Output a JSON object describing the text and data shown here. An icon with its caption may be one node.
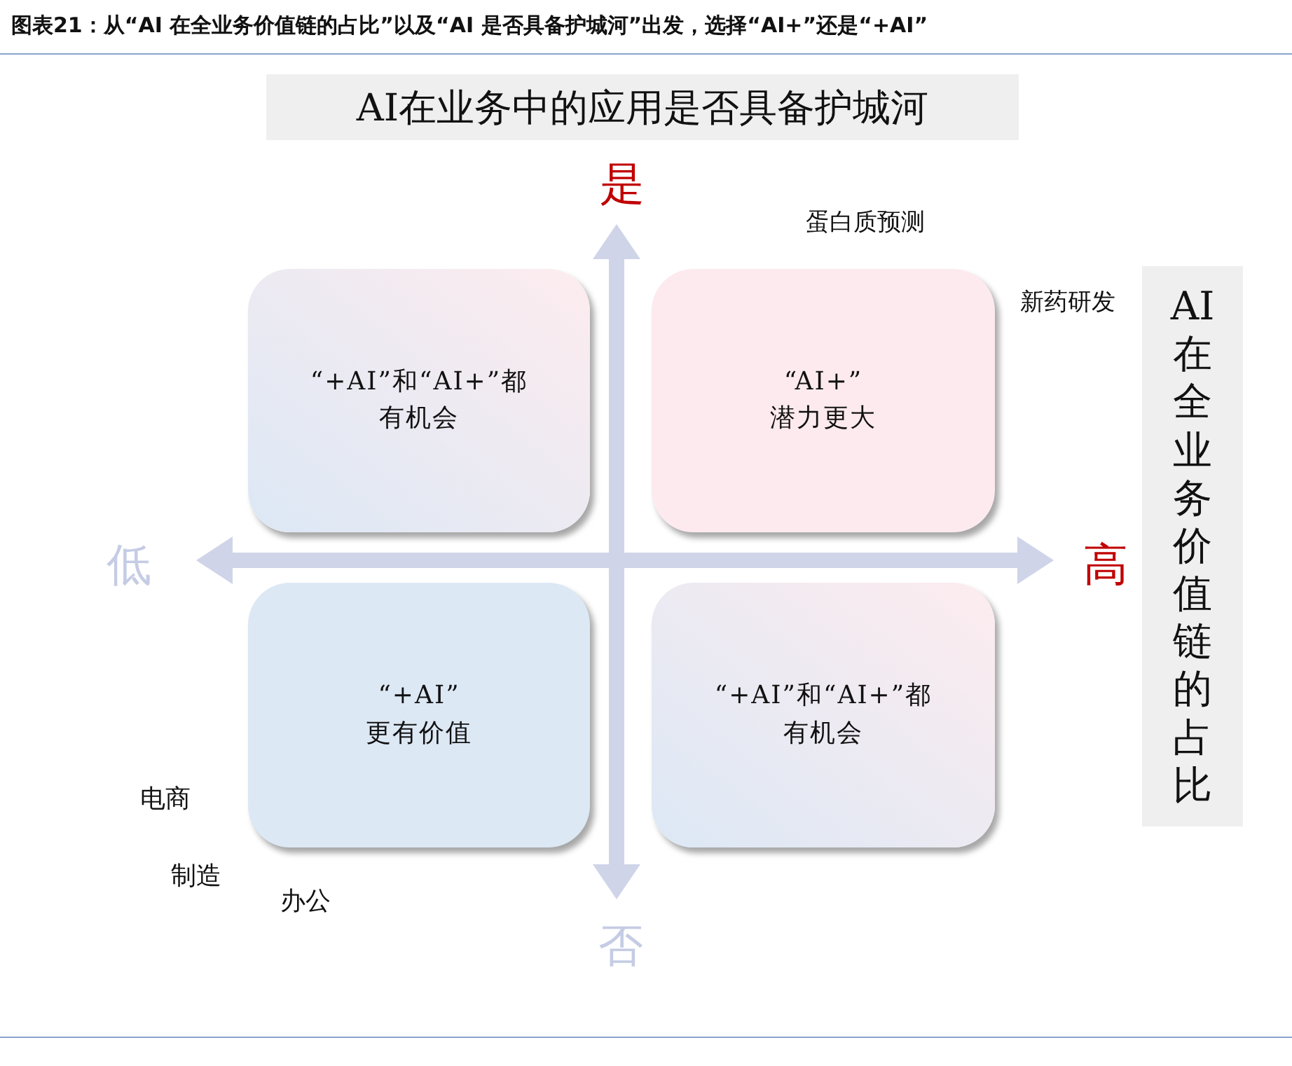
{
  "diagram": {
    "title": "图表21：从“AI 在全业务价值链的占比”以及“AI 是否具备护城河”出发，选择“AI+”还是“+AI”",
    "nodes": [
      {
        "text": [
          "AI在业务中的应用是否具备护城河"
        ]
      },
      {
        "text": [
          "“+AI”和“AI+”都有机会"
        ]
      },
      {
        "text": [
          "“AI+”",
          "潜力更大"
        ]
      },
      {
        "text": [
          "“+AI”",
          "更有价值"
        ]
      },
      {
        "text": [
          "“+AI”和“AI+”都有机会"
        ]
      },
      {
        "text": [
          "AI在全业务价值链的占比"
        ]
      }
    ],
    "labels": [
      "是",
      "蛋白质预测",
      "新药研发",
      "低",
      "高",
      "电商",
      "制造",
      "办公",
      "否"
    ]
  }
}
